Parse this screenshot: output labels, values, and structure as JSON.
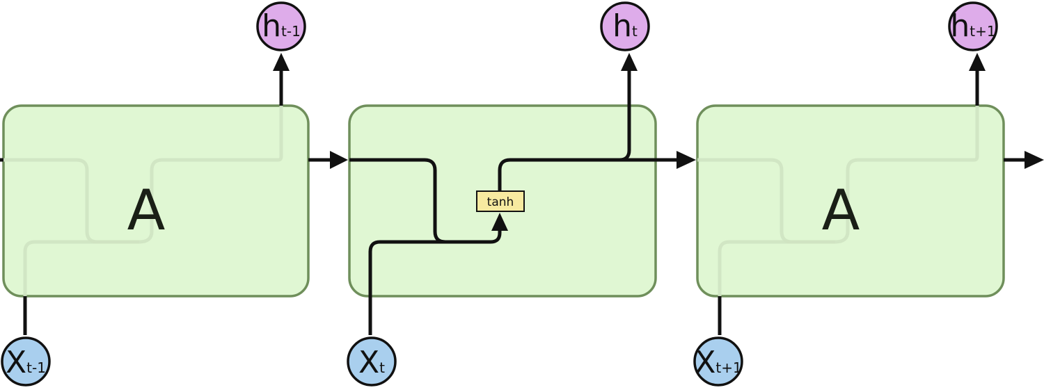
{
  "diagram": {
    "cells": [
      {
        "label": "A"
      },
      {
        "label": ""
      },
      {
        "label": "A"
      }
    ],
    "inputs": [
      {
        "main": "X",
        "sub": "t-1"
      },
      {
        "main": "X",
        "sub": "t"
      },
      {
        "main": "X",
        "sub": "t+1"
      }
    ],
    "outputs": [
      {
        "main": "h",
        "sub": "t-1"
      },
      {
        "main": "h",
        "sub": "t"
      },
      {
        "main": "h",
        "sub": "t+1"
      }
    ],
    "activation": {
      "label": "tanh"
    },
    "colors": {
      "cell_fill": "#d6f4c4",
      "cell_border": "#6f8f5b",
      "output_node": "#deacea",
      "input_node": "#a9cfee",
      "activation_fill": "#f7eaa0",
      "wire": "#111111"
    }
  }
}
